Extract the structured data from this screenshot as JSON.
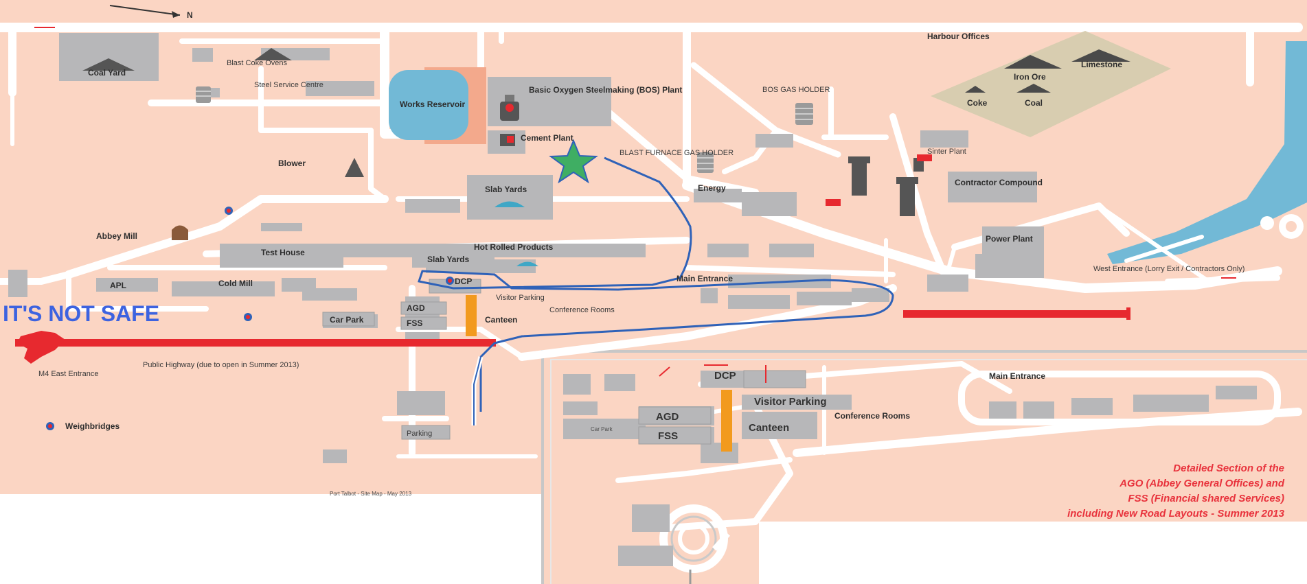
{
  "labels": {
    "north": "N",
    "coal_yard": "Coal Yard",
    "blast_coke_ovens": "Blast Coke Ovens",
    "works_reservoir": "Works Reservoir",
    "bos_plant": "Basic Oxygen Steelmaking (BOS) Plant",
    "cement_plant": "Cement Plant",
    "bf_gas_holder": "BLAST FURNACE GAS HOLDER",
    "bos_gas_holder": "BOS GAS HOLDER",
    "harbour_offices": "Harbour Offices",
    "iron_ore": "Iron Ore",
    "limestone": "Limestone",
    "coke": "Coke",
    "coal": "Coal",
    "steel_service_centre": "Steel Service Centre",
    "slab_yards_1": "Slab Yards",
    "slab_yards_2": "Slab Yards",
    "energy": "Energy",
    "sinter_plant": "Sinter Plant",
    "contractor_compound": "Contractor Compound",
    "power_plant": "Power Plant",
    "blower": "Blower",
    "abbey_mill": "Abbey Mill",
    "test_house": "Test House",
    "hot_rolled_products": "Hot Rolled Products",
    "apl": "APL",
    "cold_mill": "Cold Mill",
    "dcp": "DCP",
    "agd": "AGD",
    "fss": "FSS",
    "canteen": "Canteen",
    "car_park": "Car Park",
    "visitor_parking": "Visitor Parking",
    "conference_rooms": "Conference Rooms",
    "main_entrance": "Main Entrance",
    "west_entrance": "West Entrance (Lorry Exit / Contractors Only)",
    "m4_east_entrance": "M4 East Entrance",
    "public_highway": "Public Highway (due to open in Summer 2013)",
    "weighbridges": "Weighbridges",
    "parking": "Parking",
    "footer": "Port Talbot - Site Map - May 2013",
    "dcp_detail": "DCP",
    "agd_detail": "AGD",
    "fss_detail": "FSS",
    "canteen_detail": "Canteen",
    "visitor_parking_detail": "Visitor Parking",
    "conference_rooms_detail": "Conference Rooms",
    "main_entrance_detail": "Main Entrance",
    "car_park_detail": "Car Park"
  },
  "warning": "IT'S NOT SAFE",
  "detail_caption": [
    "Detailed Section of the",
    "AGO (Abbey General Offices) and",
    "FSS (Financial shared Services)",
    "including New Road Layouts - Summer 2013"
  ],
  "colors": {
    "ground": "#fbd5c3",
    "road": "#ffffff",
    "building": "#b7b7b9",
    "water": "#72b9d6",
    "highlight": "#f29a1e",
    "route": "#2f62b8",
    "closed_road": "#e7292f",
    "star": "#3fae63",
    "stock_yard": "#d8cdb0"
  }
}
